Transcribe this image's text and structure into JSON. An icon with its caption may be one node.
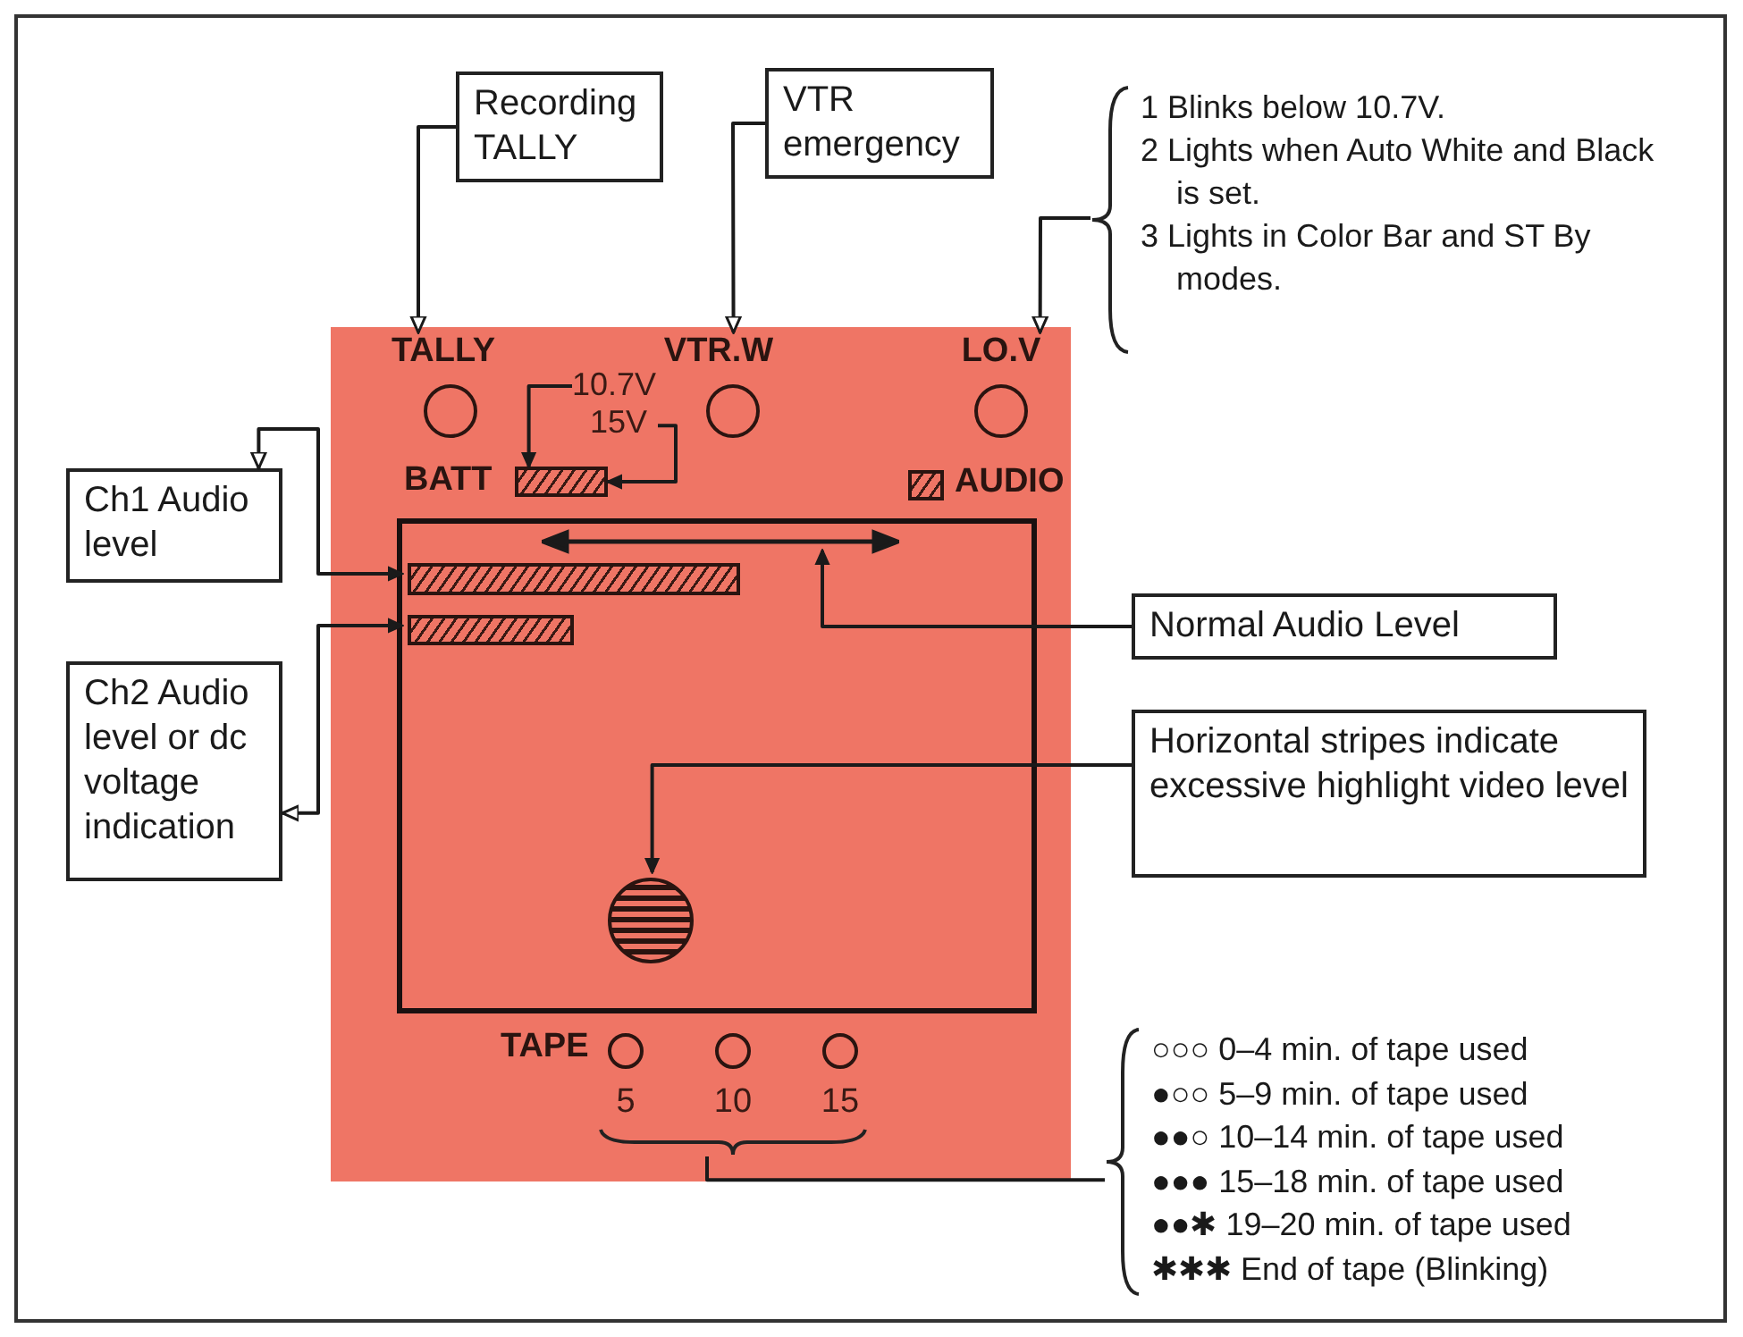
{
  "diagram": {
    "nodes": [
      {
        "text": [
          "Recording TALLY"
        ]
      },
      {
        "text": [
          "VTR emergency"
        ]
      },
      {
        "text": [
          "1 Blinks below 10.7V.",
          "2 Lights when Auto White and Black is set.",
          "3 Lights in Color Bar and ST By modes."
        ]
      },
      {
        "text": [],
        "shape": "box"
      },
      {
        "text": [
          "TALLY"
        ],
        "in": 3
      },
      {
        "text": [
          "VTR.W"
        ],
        "in": 3
      },
      {
        "text": [
          "LO.V"
        ],
        "in": 3
      },
      {
        "text": [
          "10.7V"
        ],
        "in": 3
      },
      {
        "text": [
          "15V"
        ],
        "in": 3
      },
      {
        "text": [],
        "shape": "bar",
        "in": 3
      },
      {
        "text": [
          "Ch1 Audio level"
        ]
      },
      {
        "text": [
          "Ch2 Audio level or dc voltage indication"
        ]
      },
      {
        "text": [],
        "shape": "box",
        "in": 3
      },
      {
        "text": [],
        "shape": "arrow",
        "in": 12
      },
      {
        "text": [],
        "shape": "bar",
        "in": 12
      },
      {
        "text": [],
        "shape": "bar",
        "in": 12
      },
      {
        "text": [
          "Normal Audio Level"
        ]
      },
      {
        "text": [
          "Horizontal stripes indicate excessive highlight video level"
        ]
      },
      {
        "text": [],
        "shape": "circle",
        "in": 12
      },
      {
        "text": [
          "TAPE",
          "5",
          "10",
          "15"
        ],
        "in": 3
      },
      {
        "text": [
          "○○○ 0–4 min. of tape used",
          "●○○ 5–9 min. of tape used",
          "●●○ 10–14 min. of tape used",
          "●●● 15–18 min. of tape used",
          "●●✱ 19–20 min. of tape used",
          "✱✱✱ End of tape (Blinking)"
        ]
      }
    ],
    "edges": [
      {
        "from": 0,
        "to": 4,
        "arrow": "to"
      },
      {
        "from": 1,
        "to": 5,
        "arrow": "to"
      },
      {
        "from": 2,
        "to": 6,
        "arrow": "to"
      },
      {
        "from": 10,
        "to": 14,
        "arrow": "both"
      },
      {
        "from": 11,
        "to": 15,
        "arrow": "both"
      },
      {
        "from": 16,
        "to": 13,
        "arrow": "to"
      },
      {
        "from": 17,
        "to": 18,
        "arrow": "to"
      },
      {
        "from": 7,
        "to": 9,
        "arrow": "to"
      },
      {
        "from": 8,
        "to": 9,
        "arrow": "to"
      },
      {
        "from": 20,
        "to": 19,
        "arrow": "none"
      }
    ],
    "labels": [
      "BATT",
      "AUDIO"
    ]
  }
}
